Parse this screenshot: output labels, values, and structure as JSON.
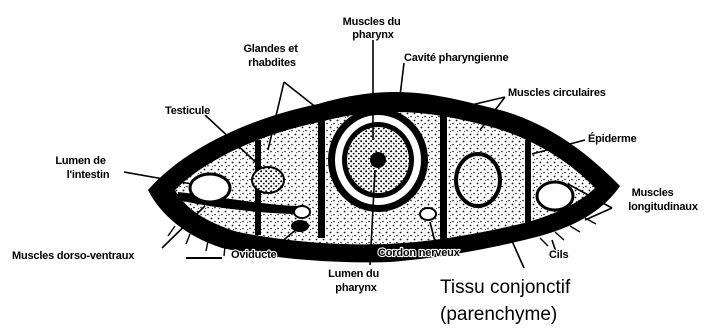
{
  "colors": {
    "ink": "#000000",
    "background": "#ffffff",
    "speckle": "#111111"
  },
  "labels": {
    "muscles_pharynx": [
      "Muscles du",
      "pharynx"
    ],
    "glandes": [
      "Glandes et",
      "rhabdites"
    ],
    "cavite": "Cavité pharyngienne",
    "muscles_circulaires": "Muscles circulaires",
    "testicule": "Testicule",
    "epiderme": "Épiderme",
    "lumen_intestin": [
      "Lumen de",
      "l'intestin"
    ],
    "muscles_longitudinaux": [
      "Muscles",
      "longitudinaux"
    ],
    "cils": "Cils",
    "muscles_dorso_ventraux": "Muscles dorso-ventraux",
    "oviducte": "Oviducte",
    "cordon_nerveux": "Cordon nerveux",
    "lumen_pharynx": [
      "Lumen du",
      "pharynx"
    ],
    "tissu_conjonctif": [
      "Tissu conjonctif",
      "(parenchyme)"
    ]
  }
}
